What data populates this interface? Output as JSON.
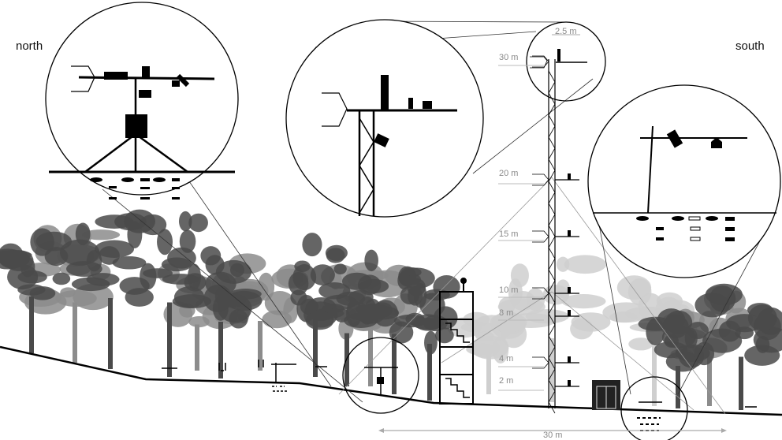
{
  "directions": {
    "north": "north",
    "south": "south"
  },
  "tower": {
    "boom_length_label": "2.5 m",
    "height_labels": [
      "30 m",
      "20 m",
      "15 m",
      "10 m",
      "8 m",
      "4 m",
      "2 m"
    ]
  },
  "distance_label": "30 m",
  "colors": {
    "line": "#000000",
    "tree_dark": "#4a4a4a",
    "tree_mid": "#8c8c8c",
    "tree_light": "#cfcfcf",
    "label": "#8a8a8a"
  }
}
